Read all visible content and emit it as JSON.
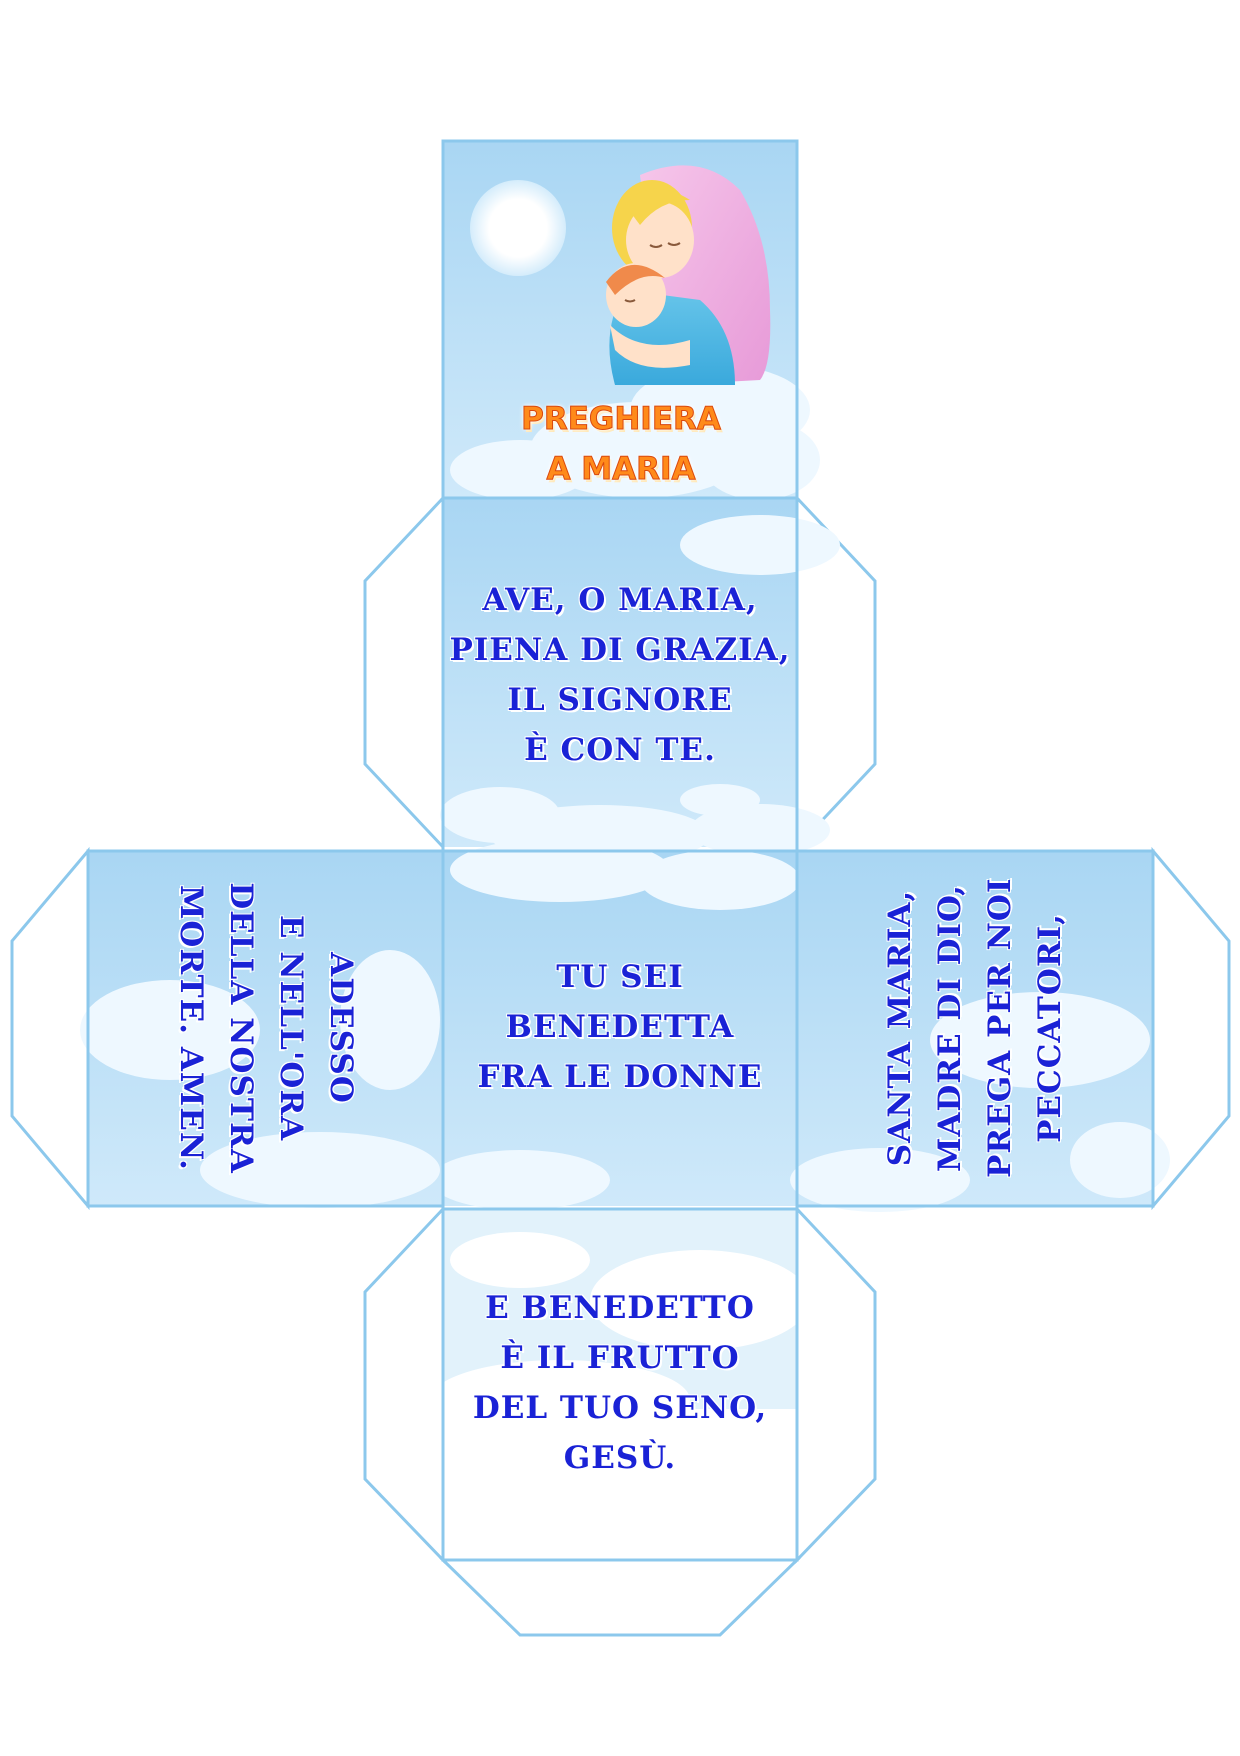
{
  "cover": {
    "title_line1": "PREGHIERA",
    "title_line2": "A MARIA",
    "illustration": "madonna-and-child-illustration"
  },
  "faces": {
    "top": [
      "AVE, O MARIA,",
      "PIENA DI GRAZIA,",
      "IL SIGNORE",
      "È CON TE."
    ],
    "center": [
      "TU SEI",
      "BENEDETTA",
      "FRA LE DONNE"
    ],
    "bottom": [
      "E BENEDETTO",
      "È IL FRUTTO",
      "DEL TUO SENO,",
      "GESÙ."
    ],
    "left": [
      "ADESSO",
      "E NELL'ORA",
      "DELLA NOSTRA",
      "MORTE. AMEN."
    ],
    "right": [
      "SANTA MARIA,",
      "MADRE DI DIO,",
      "PREGA PER NOI",
      "PECCATORI,"
    ]
  },
  "colors": {
    "outline": "#8cc8ec",
    "sky": "#bde0f6",
    "cloud": "#eef8ff",
    "text": "#1a22d6",
    "title": "#ff8a1a"
  }
}
